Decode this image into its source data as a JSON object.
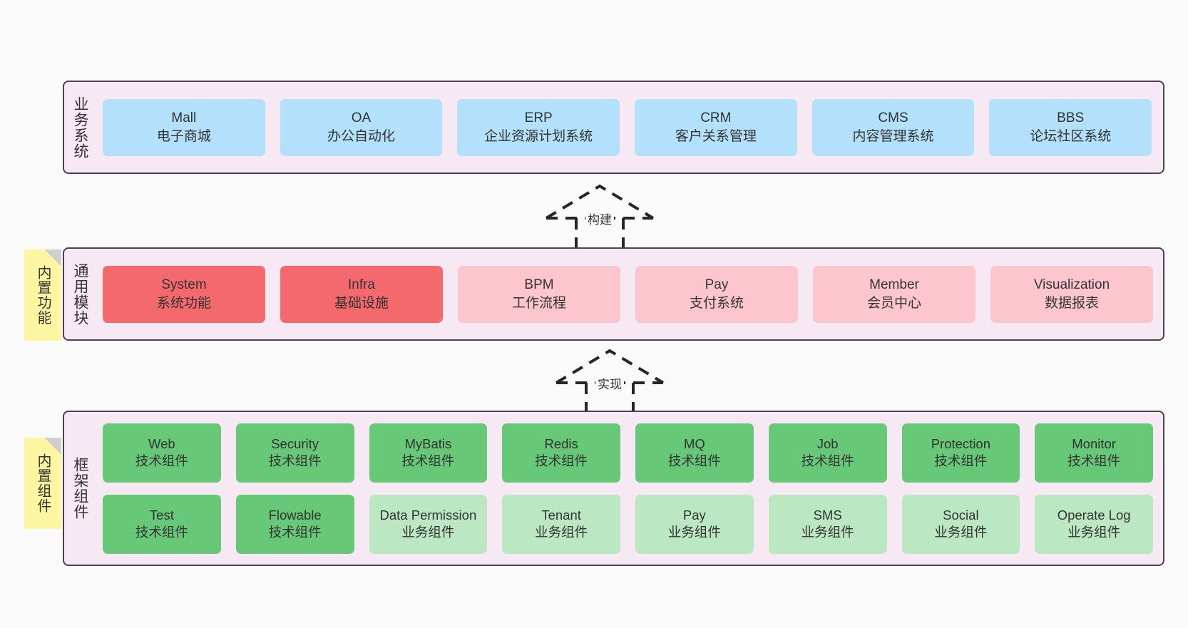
{
  "diagram": {
    "background_color": "#fafafa",
    "band_fill": "#f7e9f3",
    "band_border": "#4d4050"
  },
  "notes": [
    {
      "id": "builtin-function",
      "text": "内置功能",
      "color": "#fcf6a2"
    },
    {
      "id": "builtin-component",
      "text": "内置组件",
      "color": "#fcf6a2"
    }
  ],
  "connectors": [
    {
      "id": "build",
      "label": "构建",
      "style": "dashed-generalization"
    },
    {
      "id": "implement",
      "label": "实现",
      "style": "dashed-generalization"
    }
  ],
  "bands": {
    "business": {
      "title": "业务系统",
      "color": "#b3e0fb",
      "items": [
        {
          "name": "Mall",
          "desc": "电子商城"
        },
        {
          "name": "OA",
          "desc": "办公自动化"
        },
        {
          "name": "ERP",
          "desc": "企业资源计划系统"
        },
        {
          "name": "CRM",
          "desc": "客户关系管理"
        },
        {
          "name": "CMS",
          "desc": "内容管理系统"
        },
        {
          "name": "BBS",
          "desc": "论坛社区系统"
        }
      ]
    },
    "modules": {
      "title": "通用模块",
      "color_strong": "#f4696e",
      "color_light": "#fdc5cd",
      "items": [
        {
          "name": "System",
          "desc": "系统功能",
          "variant": "strong"
        },
        {
          "name": "Infra",
          "desc": "基础设施",
          "variant": "strong"
        },
        {
          "name": "BPM",
          "desc": "工作流程",
          "variant": "light"
        },
        {
          "name": "Pay",
          "desc": "支付系统",
          "variant": "light"
        },
        {
          "name": "Member",
          "desc": "会员中心",
          "variant": "light"
        },
        {
          "name": "Visualization",
          "desc": "数据报表",
          "variant": "light"
        }
      ]
    },
    "framework": {
      "title": "框架组件",
      "color_tech": "#67c877",
      "color_biz": "#bce7c3",
      "row1": [
        {
          "name": "Web",
          "desc": "技术组件",
          "variant": "tech"
        },
        {
          "name": "Security",
          "desc": "技术组件",
          "variant": "tech"
        },
        {
          "name": "MyBatis",
          "desc": "技术组件",
          "variant": "tech"
        },
        {
          "name": "Redis",
          "desc": "技术组件",
          "variant": "tech"
        },
        {
          "name": "MQ",
          "desc": "技术组件",
          "variant": "tech"
        },
        {
          "name": "Job",
          "desc": "技术组件",
          "variant": "tech"
        },
        {
          "name": "Protection",
          "desc": "技术组件",
          "variant": "tech"
        },
        {
          "name": "Monitor",
          "desc": "技术组件",
          "variant": "tech"
        }
      ],
      "row2": [
        {
          "name": "Test",
          "desc": "技术组件",
          "variant": "tech"
        },
        {
          "name": "Flowable",
          "desc": "技术组件",
          "variant": "tech"
        },
        {
          "name": "Data Permission",
          "desc": "业务组件",
          "variant": "biz"
        },
        {
          "name": "Tenant",
          "desc": "业务组件",
          "variant": "biz"
        },
        {
          "name": "Pay",
          "desc": "业务组件",
          "variant": "biz"
        },
        {
          "name": "SMS",
          "desc": "业务组件",
          "variant": "biz"
        },
        {
          "name": "Social",
          "desc": "业务组件",
          "variant": "biz"
        },
        {
          "name": "Operate Log",
          "desc": "业务组件",
          "variant": "biz"
        }
      ]
    }
  }
}
